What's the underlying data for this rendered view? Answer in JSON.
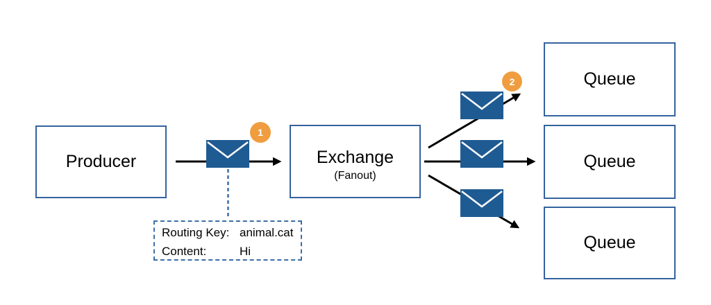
{
  "colors": {
    "background": "#FFFFFF",
    "box-border": "#34629E",
    "envelope-fill": "#1F5B93",
    "envelope-flap": "#FFFFFF",
    "badge-orange": "#EF9D3F",
    "arrow-black": "#000000",
    "dashed-blue": "#3B6EA5",
    "text-black": "#000000"
  },
  "nodes": {
    "producer": {
      "label": "Producer"
    },
    "exchange": {
      "label": "Exchange",
      "type_label": "(Fanout)"
    },
    "queues": [
      {
        "label": "Queue"
      },
      {
        "label": "Queue"
      },
      {
        "label": "Queue"
      }
    ]
  },
  "badges": [
    {
      "value": "1"
    },
    {
      "value": "2"
    }
  ],
  "message_info": {
    "rows": [
      {
        "label": "Routing Key:",
        "value": "animal.cat"
      },
      {
        "label": "Content:",
        "value": "Hi"
      }
    ]
  },
  "icons": {
    "envelope": "message-envelope-icon"
  }
}
